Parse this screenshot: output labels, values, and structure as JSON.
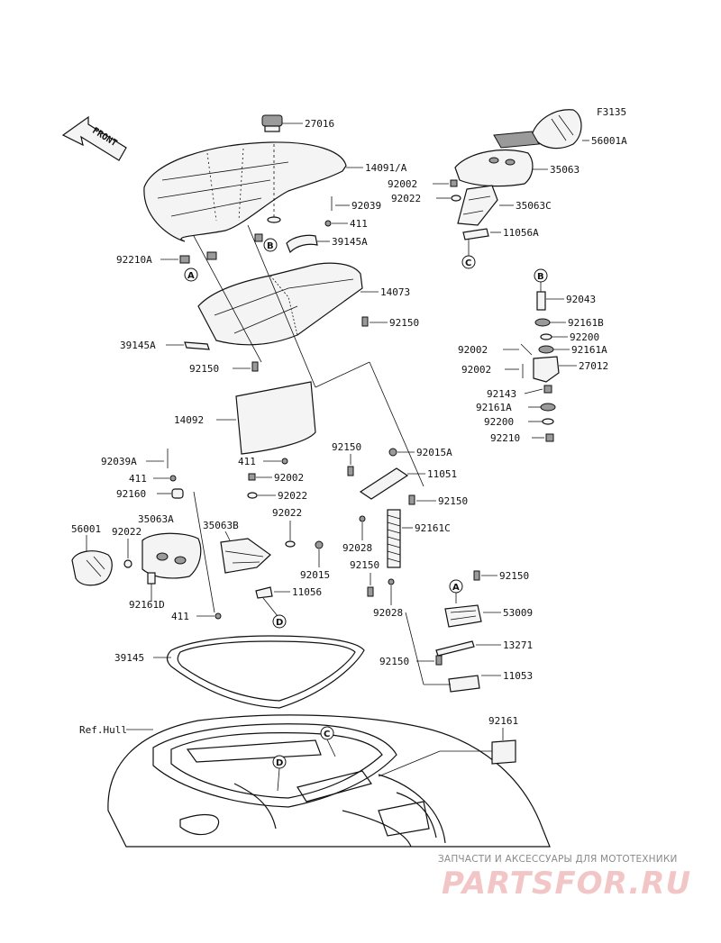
{
  "figure_code": "F3135",
  "front_label": "FRONT",
  "ref_label": "Ref.Hull",
  "callouts": {
    "a": "A",
    "b": "B",
    "c": "C",
    "d": "D"
  },
  "parts": {
    "p27016": "27016",
    "p14091A": "14091/A",
    "p92039": "92039",
    "p411a": "411",
    "p39145A_top": "39145A",
    "p92210A": "92210A",
    "p14073": "14073",
    "p92150a": "92150",
    "p39145A": "39145A",
    "p92150b": "92150",
    "p14092": "14092",
    "p411b": "411",
    "p92002a": "92002",
    "p92022a": "92022",
    "p92039A": "92039A",
    "p411c": "411",
    "p92160": "92160",
    "p56001": "56001",
    "p92022b": "92022",
    "p35063A": "35063A",
    "p35063B": "35063B",
    "p92022c": "92022",
    "p92015": "92015",
    "p11056": "11056",
    "p92161D": "92161D",
    "p411d": "411",
    "p39145": "39145",
    "p56001A": "56001A",
    "p35063": "35063",
    "p92002b": "92002",
    "p92022d": "92022",
    "p35063C": "35063C",
    "p11056A": "11056A",
    "p92043": "92043",
    "p92161B": "92161B",
    "p92200a": "92200",
    "p92002c": "92002",
    "p92161A_a": "92161A",
    "p92002d": "92002",
    "p27012": "27012",
    "p92143": "92143",
    "p92161A_b": "92161A",
    "p92200b": "92200",
    "p92210": "92210",
    "p92150c": "92150",
    "p92015A": "92015A",
    "p11051": "11051",
    "p92150d": "92150",
    "p92161C": "92161C",
    "p92028a": "92028",
    "p92150e": "92150",
    "p92028b": "92028",
    "p92150f": "92150",
    "p53009": "53009",
    "p13271": "13271",
    "p92150g": "92150",
    "p11053": "11053",
    "p92161": "92161"
  },
  "watermark": {
    "tagline": "ЗАПЧАСТИ И АКСЕССУАРЫ ДЛЯ МОТОТЕХНИКИ",
    "brand": "PARTSFOR.RU"
  }
}
